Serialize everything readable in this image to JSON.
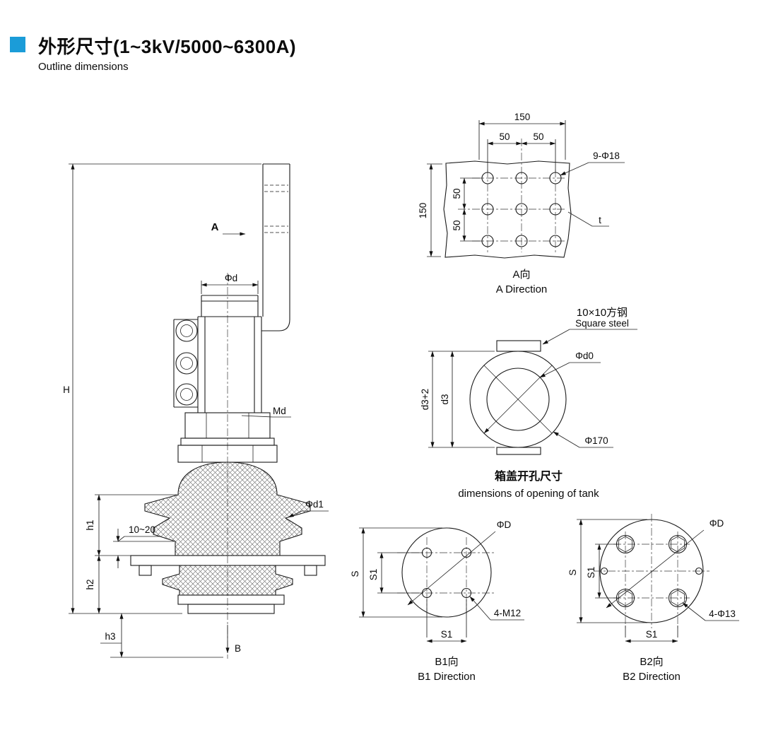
{
  "colors": {
    "accent_blue": "#1B9CD8",
    "line_color": "#1a1a1a"
  },
  "header": {
    "title": "外形尺寸(1~3kV/5000~6300A)",
    "subtitle": "Outline dimensions"
  },
  "main_view": {
    "dim_H": "H",
    "label_A": "A",
    "dim_phi_d": "Φd",
    "label_Md": "Md",
    "dim_phi_d1": "Φd1",
    "dim_h1": "h1",
    "dim_h2": "h2",
    "dim_h3": "h3",
    "dim_gap": "10~20",
    "label_B": "B"
  },
  "a_direction_view": {
    "dim_width": "150",
    "dim_spacing_left": "50",
    "dim_spacing_right": "50",
    "dim_height": "150",
    "dim_row_top": "50",
    "dim_row_bottom": "50",
    "holes_callout": "9-Φ18",
    "thickness_label": "t",
    "title_cn": "A向",
    "title_en": "A  Direction"
  },
  "tank_opening_view": {
    "bar_label_cn": "10×10方钢",
    "bar_label_en": "Square steel",
    "dim_phi_d0": "Φd0",
    "dim_d3_plus2": "d3+2",
    "dim_d3": "d3",
    "dim_phi_170": "Φ170",
    "caption_cn": "箱盖开孔尺寸",
    "caption_en": "dimensions of opening of tank"
  },
  "b1_view": {
    "dim_phi_D": "ΦD",
    "dim_S": "S",
    "dim_S1_left": "S1",
    "holes_callout": "4-M12",
    "dim_S1_bottom": "S1",
    "title_cn": "B1向",
    "title_en": "B1  Direction"
  },
  "b2_view": {
    "dim_phi_D": "ΦD",
    "dim_S": "S",
    "dim_S1_left": "S1",
    "holes_callout": "4-Φ13",
    "dim_S1_bottom": "S1",
    "title_cn": "B2向",
    "title_en": "B2  Direction"
  }
}
